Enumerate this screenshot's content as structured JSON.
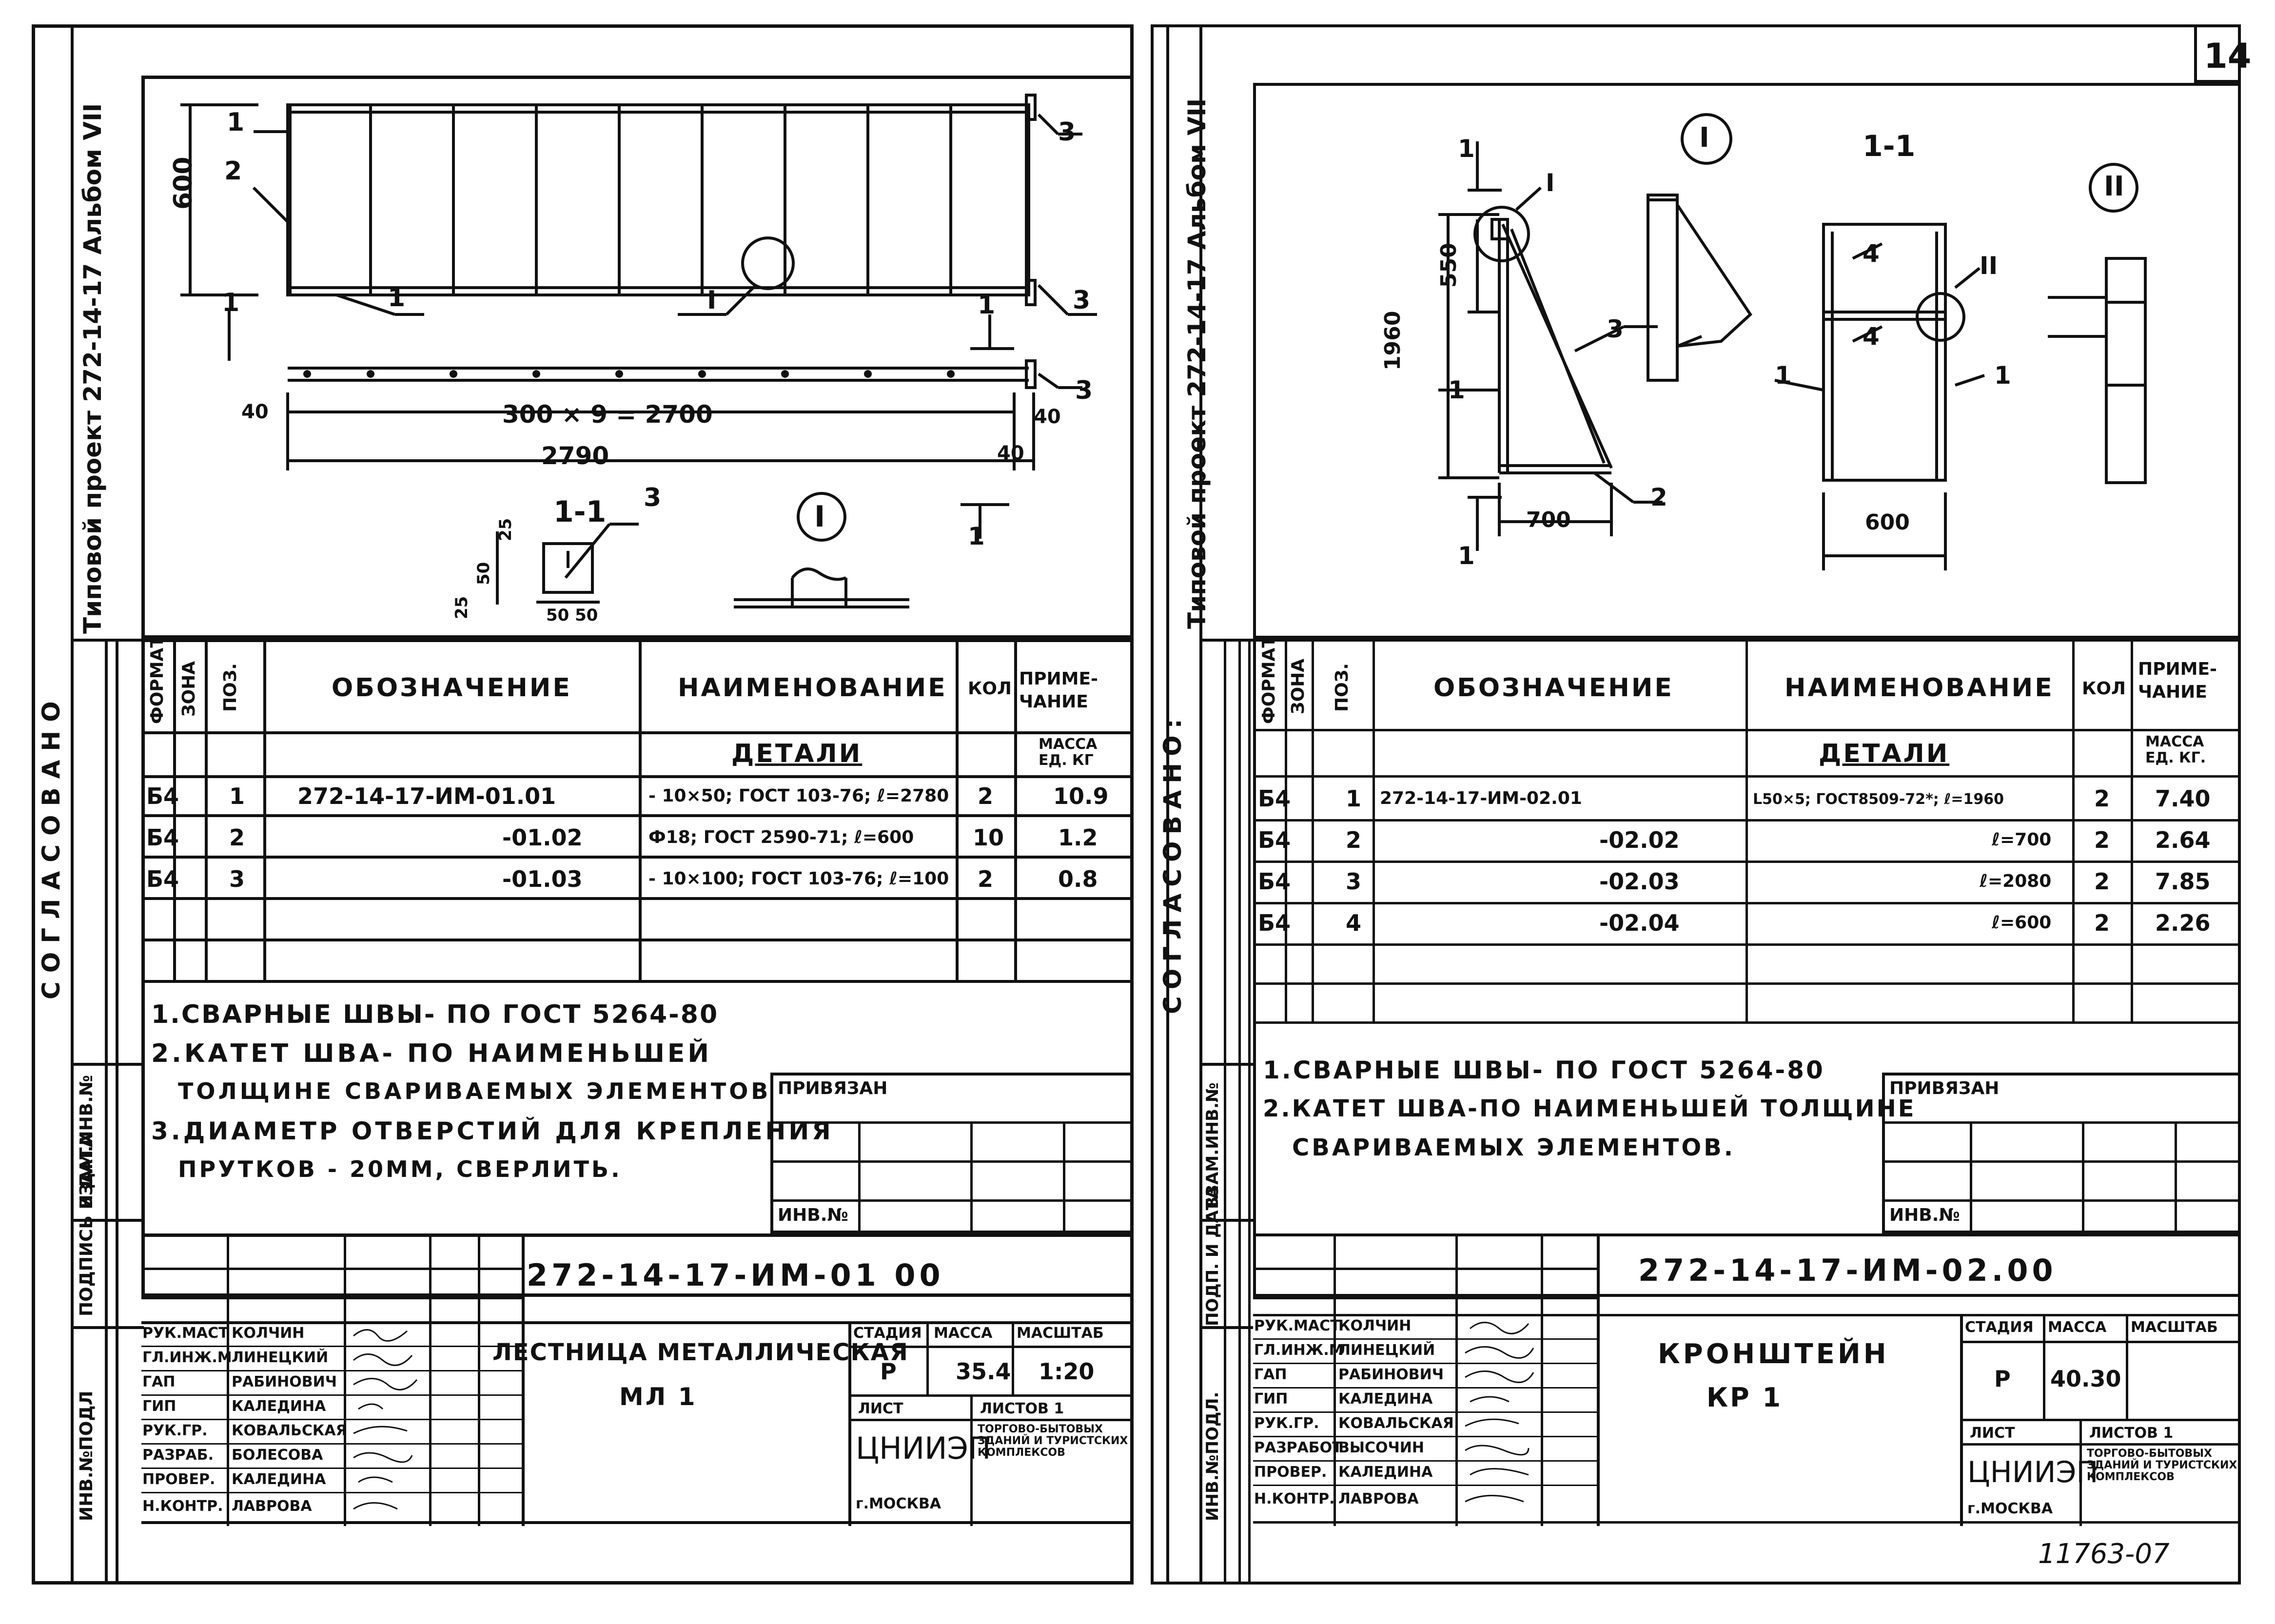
{
  "page_number": "14",
  "inventory_number": "11763-07",
  "left": {
    "album_label": "Типовой проект 272-14-17    Альбом VII",
    "agreed_label": "СОГЛАСОВАНО",
    "side_stamp": [
      "ИНВ.№ПОДЛ",
      "ПОДПИСЬ И ДАТА",
      "ВЗАМ.ИНВ.№"
    ],
    "drawing": {
      "height_dim": "600",
      "span_dim": "300 × 9 = 2700",
      "total_dim": "2790",
      "edge_left": "40",
      "edge_right": "40",
      "edge_right2": "40",
      "callouts": [
        "1",
        "2",
        "1",
        "3",
        "1",
        "3",
        "I",
        "1",
        "3"
      ],
      "section_label": "1-1",
      "section_callout": "3",
      "section_dims": [
        "25",
        "50",
        "25"
      ],
      "section_dims_bottom": "50 50",
      "detail_label": "I",
      "section_mark": "1"
    },
    "table": {
      "headers": {
        "format": "ФОРМАТ",
        "zone": "ЗОНА",
        "pos": "ПОЗ.",
        "designation": "ОБОЗНАЧЕНИЕ",
        "name": "НАИМЕНОВАНИЕ",
        "qty": "КОЛ",
        "note": "ПРИМЕ-ЧАНИЕ"
      },
      "section_title": "ДЕТАЛИ",
      "mass_unit": "МАССА ЕД. КГ",
      "rows": [
        {
          "format": "Б4",
          "pos": "1",
          "designation": "272-14-17-ИМ-01.01",
          "name": "- 10×50; ГОСТ 103-76; ℓ=2780",
          "qty": "2",
          "note": "10.9"
        },
        {
          "format": "Б4",
          "pos": "2",
          "designation": "-01.02",
          "name": "Ф18; ГОСТ 2590-71; ℓ=600",
          "qty": "10",
          "note": "1.2"
        },
        {
          "format": "Б4",
          "pos": "3",
          "designation": "-01.03",
          "name": "- 10×100; ГОСТ 103-76; ℓ=100",
          "qty": "2",
          "note": "0.8"
        }
      ]
    },
    "notes": [
      "1.СВАРНЫЕ ШВЫ- ПО ГОСТ 5264-80",
      "2.КАТЕТ ШВА- ПО НАИМЕНЬШЕЙ",
      "ТОЛЩИНЕ СВАРИВАЕМЫХ ЭЛЕМЕНТОВ",
      "3.ДИАМЕТР ОТВЕРСТИЙ ДЛЯ КРЕПЛЕНИЯ",
      "ПРУТКОВ - 20ММ, СВЕРЛИТЬ."
    ],
    "privyazan": "ПРИВЯЗАН",
    "inv_no": "ИНВ.№",
    "stamp": {
      "doc_code": "272-14-17-ИМ-01 00",
      "title": "ЛЕСТНИЦА МЕТАЛЛИЧЕСКАЯ",
      "subtitle": "МЛ 1",
      "stage_h": "СТАДИЯ",
      "mass_h": "МАССА",
      "scale_h": "МАСШТАБ",
      "stage": "Р",
      "mass": "35.4",
      "scale": "1:20",
      "sheet_h": "ЛИСТ",
      "sheets_h": "ЛИСТОВ 1",
      "org": "ЦНИИЭП",
      "org_sub": "ТОРГОВО-БЫТОВЫХ ЗДАНИЙ И ТУРИСТСКИХ КОМПЛЕКСОВ",
      "city": "г.МОСКВА",
      "roles": [
        {
          "role": "РУК.МАСТ",
          "name": "КОЛЧИН"
        },
        {
          "role": "ГЛ.ИНЖ.М",
          "name": "ЛИНЕЦКИЙ"
        },
        {
          "role": "ГАП",
          "name": "РАБИНОВИЧ"
        },
        {
          "role": "ГИП",
          "name": "КАЛЕДИНА"
        },
        {
          "role": "РУК.ГР.",
          "name": "КОВАЛЬСКАЯ"
        },
        {
          "role": "РАЗРАБ.",
          "name": "БОЛЕСОВА"
        },
        {
          "role": "ПРОВЕР.",
          "name": "КАЛЕДИНА"
        },
        {
          "role": "Н.КОНТР.",
          "name": "ЛАВРОВА"
        }
      ]
    }
  },
  "right": {
    "album_label": "Типовой проект 272-14-17 Альбом VII",
    "agreed_label": "СОГЛАСОВАНО:",
    "side_stamp": [
      "ИНВ.№ПОДЛ.",
      "ПОДП. И ДАТА",
      "ВЗАМ.ИНВ.№"
    ],
    "drawing": {
      "dims": [
        "550",
        "1960",
        "700",
        "600"
      ],
      "callouts": [
        "1",
        "I",
        "3",
        "1",
        "2",
        "4",
        "II",
        "4",
        "1",
        "1",
        "1"
      ],
      "section_label": "1-1",
      "detail_I": "I",
      "detail_II": "II"
    },
    "table": {
      "headers": {
        "format": "ФОРМАТ",
        "zone": "ЗОНА",
        "pos": "ПОЗ.",
        "designation": "ОБОЗНАЧЕНИЕ",
        "name": "НАИМЕНОВАНИЕ",
        "qty": "КОЛ",
        "note": "ПРИМЕ-ЧАНИЕ"
      },
      "section_title": "ДЕТАЛИ",
      "mass_unit": "МАССА ЕД. КГ.",
      "rows": [
        {
          "format": "Б4",
          "pos": "1",
          "designation": "272-14-17-ИМ-02.01",
          "name": "L50×5; ГОСТ8509-72*; ℓ=1960",
          "qty": "2",
          "note": "7.40"
        },
        {
          "format": "Б4",
          "pos": "2",
          "designation": "-02.02",
          "name": "ℓ=700",
          "qty": "2",
          "note": "2.64"
        },
        {
          "format": "Б4",
          "pos": "3",
          "designation": "-02.03",
          "name": "ℓ=2080",
          "qty": "2",
          "note": "7.85"
        },
        {
          "format": "Б4",
          "pos": "4",
          "designation": "-02.04",
          "name": "ℓ=600",
          "qty": "2",
          "note": "2.26"
        }
      ]
    },
    "notes": [
      "1.СВАРНЫЕ ШВЫ- ПО ГОСТ 5264-80",
      "2.КАТЕТ ШВА-ПО НАИМЕНЬШЕЙ ТОЛЩИНЕ",
      "СВАРИВАЕМЫХ ЭЛЕМЕНТОВ."
    ],
    "privyazan": "ПРИВЯЗАН",
    "inv_no": "ИНВ.№",
    "stamp": {
      "doc_code": "272-14-17-ИМ-02.00",
      "title": "КРОНШТЕЙН",
      "subtitle": "КР 1",
      "stage_h": "СТАДИЯ",
      "mass_h": "МАССА",
      "scale_h": "МАСШТАБ",
      "stage": "Р",
      "mass": "40.30",
      "scale": "",
      "sheet_h": "ЛИСТ",
      "sheets_h": "ЛИСТОВ 1",
      "org": "ЦНИИЭП",
      "org_sub": "ТОРГОВО-БЫТОВЫХ ЗДАНИЙ И ТУРИСТСКИХ КОМПЛЕКСОВ",
      "city": "г.МОСКВА",
      "roles": [
        {
          "role": "РУК.МАСТ",
          "name": "КОЛЧИН"
        },
        {
          "role": "ГЛ.ИНЖ.М",
          "name": "ЛИНЕЦКИЙ"
        },
        {
          "role": "ГАП",
          "name": "РАБИНОВИЧ"
        },
        {
          "role": "ГИП",
          "name": "КАЛЕДИНА"
        },
        {
          "role": "РУК.ГР.",
          "name": "КОВАЛЬСКАЯ"
        },
        {
          "role": "РАЗРАБОТ",
          "name": "ВЫСОЧИН"
        },
        {
          "role": "ПРОВЕР.",
          "name": "КАЛЕДИНА"
        },
        {
          "role": "Н.КОНТР.",
          "name": "ЛАВРОВА"
        }
      ]
    }
  }
}
